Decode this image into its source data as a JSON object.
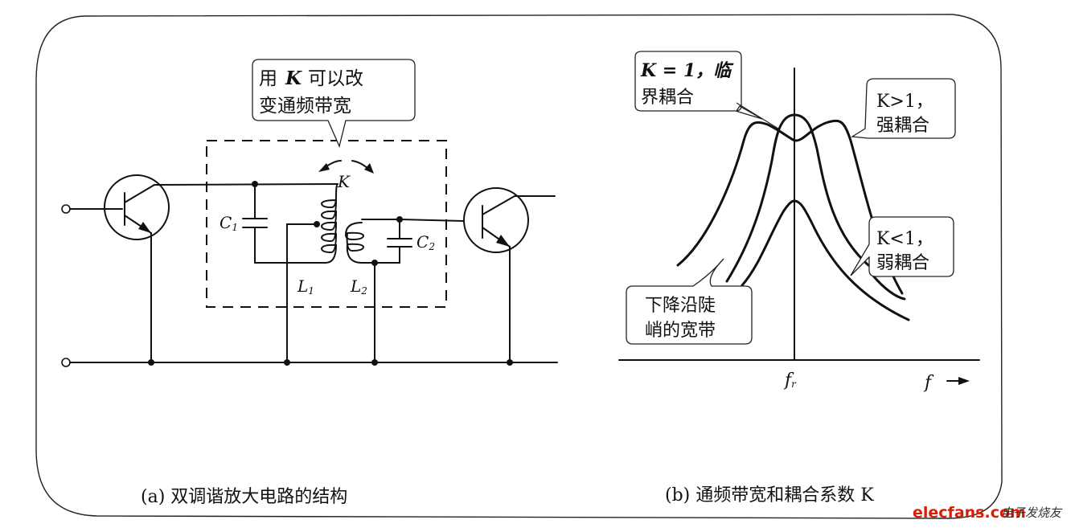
{
  "circuit": {
    "callout": {
      "line1_prefix": "用",
      "line1_symbol": "K",
      "line1_suffix": "可以改",
      "line2": "变通频带宽"
    },
    "coupling_label": "K",
    "components": {
      "c1": "C",
      "c1_sub": "1",
      "c2": "C",
      "c2_sub": "2",
      "l1": "L",
      "l1_sub": "1",
      "l2": "L",
      "l2_sub": "2"
    },
    "caption": "(a) 双调谐放大电路的结构"
  },
  "response": {
    "callouts": {
      "critical": {
        "line1": "K = 1，临",
        "line2": "界耦合"
      },
      "strong": {
        "line1": "K>1，",
        "line2": "强耦合"
      },
      "weak": {
        "line1": "K<1，",
        "line2": "弱耦合"
      },
      "steep": {
        "line1": "下降沿陡",
        "line2": "峭的宽带"
      }
    },
    "axis": {
      "center_label": "f",
      "center_sub": "r",
      "x_label": "f"
    },
    "caption": "(b) 通频带宽和耦合系数 K"
  },
  "watermark": {
    "site": "elecfans.com",
    "cn": "电子发烧友"
  }
}
